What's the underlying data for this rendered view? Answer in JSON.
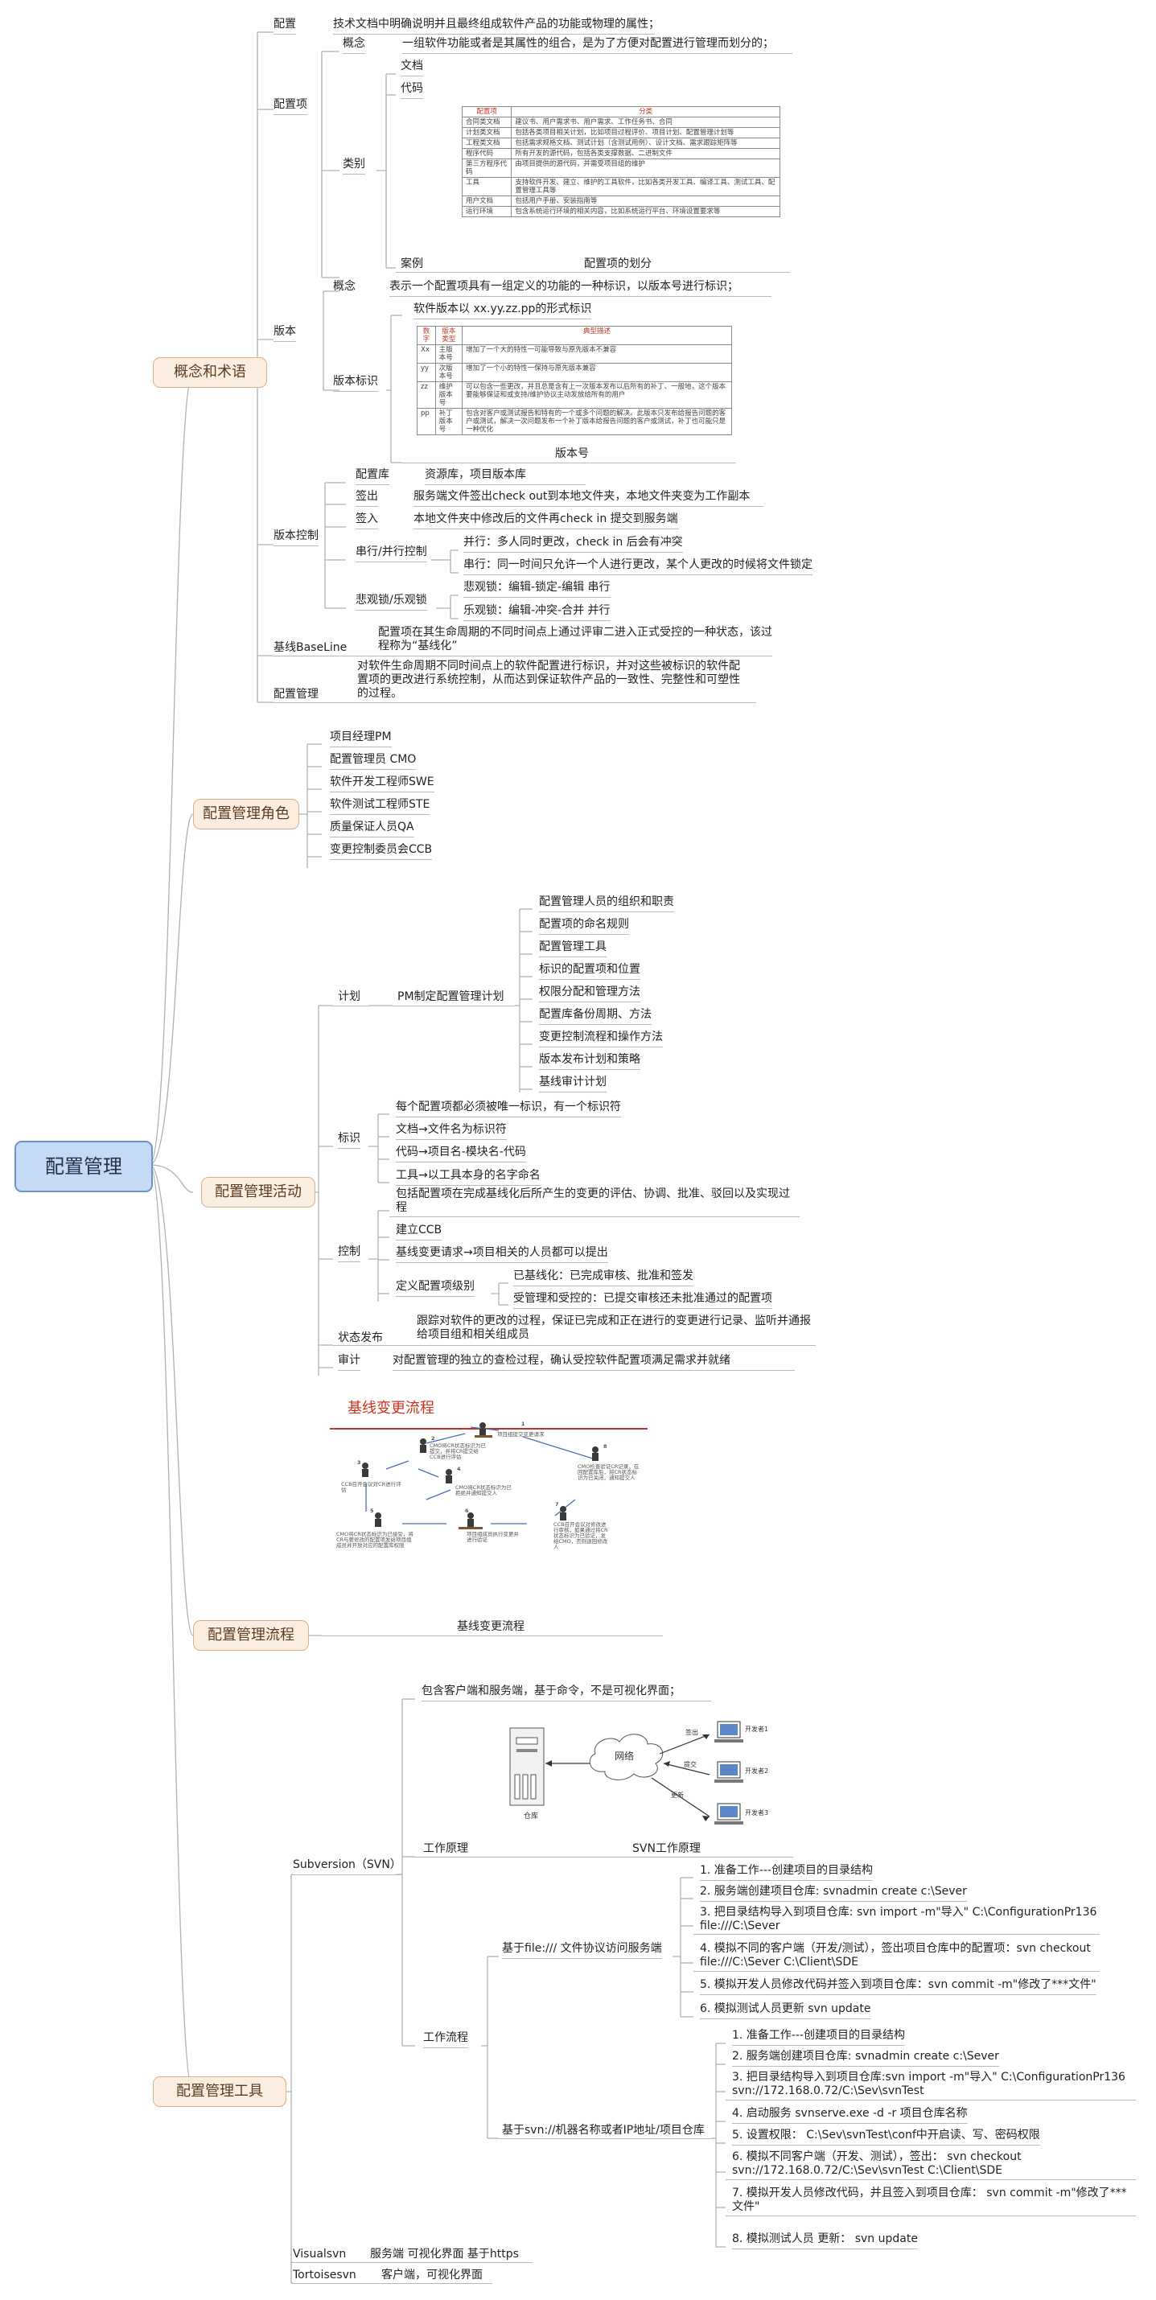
{
  "root": "配置管理",
  "concepts": {
    "label": "概念和术语",
    "config": {
      "label": "配置",
      "text": "技术文档中明确说明并且最终组成软件产品的功能或物理的属性；"
    },
    "config_item": {
      "label": "配置项",
      "concept_label": "概念",
      "concept_text": "一组软件功能或者是其属性的组合，是为了方便对配置进行管理而划分的；",
      "category_label": "类别",
      "categories": [
        "文档",
        "代码"
      ],
      "case_label": "案例",
      "case_caption": "配置项的划分",
      "table": {
        "headers": [
          "配置项",
          "分类"
        ],
        "rows": [
          [
            "合同类文档",
            "建议书、用户需求书、用户需求、工作任务书、合同"
          ],
          [
            "计划类文档",
            "包括各类项目相关计划，比如项目过程评价、项目计划、配置管理计划等"
          ],
          [
            "工程类文档",
            "包括需求规格文档、测试计划（含测试用例）、设计文档、需求跟踪矩阵等"
          ],
          [
            "程序代码",
            "所有开发的源代码，包括各类支撑数据、二进制文件"
          ],
          [
            "第三方程序代码",
            "由项目提供的源代码，并需受项目组的维护"
          ],
          [
            "工具",
            "支持软件开发、建立、维护的工具软件，比如各类开发工具、编译工具、测试工具、配置管理工具等"
          ],
          [
            "用户文档",
            "包括用户手册、安装指南等"
          ],
          [
            "运行环境",
            "包含系统运行环境的相关内容，比如系统运行平台、环境设置要求等"
          ]
        ]
      }
    },
    "version": {
      "label": "版本",
      "concept_label": "概念",
      "concept_text": "表示一个配置项具有一组定义的功能的一种标识，以版本号进行标识；",
      "id_label": "版本标识",
      "format_text": "软件版本以 xx.yy.zz.pp的形式标识",
      "caption": "版本号",
      "table": {
        "headers": [
          "数字",
          "版本类型",
          "典型描述"
        ],
        "rows": [
          [
            "Xx",
            "主版本号",
            "增加了一个大的特性一可能导致与原先版本不兼容"
          ],
          [
            "yy",
            "次版本号",
            "增加了一个小的特性一保持与原先版本兼容"
          ],
          [
            "zz",
            "维护版本号",
            "可以包含一些更改，并且总是含有上一次版本发布以后所有的补丁、一般地，这个版本要能够保证和或支持/维护协议主动发放给所有的用户"
          ],
          [
            "pp",
            "补丁版本号",
            "包含对客户或测试报告和特有的一个或多个问题的解决。此版本只发布给报告问题的客户或测试，解决一次问题发布一个补丁版本给报告问题的客户或测试，补丁也可能只是一种优化"
          ]
        ]
      }
    },
    "version_control": {
      "label": "版本控制",
      "items": [
        {
          "label": "配置库",
          "text": "资源库，项目版本库"
        },
        {
          "label": "签出",
          "text": "服务端文件签出check out到本地文件夹，本地文件夹变为工作副本"
        },
        {
          "label": "签入",
          "text": "本地文件夹中修改后的文件再check in 提交到服务端"
        }
      ],
      "serial_label": "串行/并行控制",
      "serial_items": [
        "并行：多人同时更改，check in 后会有冲突",
        "串行：同一时间只允许一个人进行更改，某个人更改的时候将文件锁定"
      ],
      "lock_label": "悲观锁/乐观锁",
      "lock_items": [
        "悲观锁：编辑-锁定-编辑  串行",
        "乐观锁：编辑-冲突-合并  并行"
      ]
    },
    "baseline": {
      "label": "基线BaseLine",
      "text": "配置项在其生命周期的不同时间点上通过评审二进入正式受控的一种状态，该过程称为“基线化”"
    },
    "management": {
      "label": "配置管理",
      "text": "对软件生命周期不同时间点上的软件配置进行标识，并对这些被标识的软件配置项的更改进行系统控制，从而达到保证软件产品的一致性、完整性和可塑性的过程。"
    }
  },
  "roles": {
    "label": "配置管理角色",
    "items": [
      "项目经理PM",
      "配置管理员 CMO",
      "软件开发工程师SWE",
      "软件测试工程师STE",
      "质量保证人员QA",
      "变更控制委员会CCB"
    ]
  },
  "activities": {
    "label": "配置管理活动",
    "plan": {
      "label": "计划",
      "sub": "PM制定配置管理计划",
      "items": [
        "配置管理人员的组织和职责",
        "配置项的命名规则",
        "配置管理工具",
        "标识的配置项和位置",
        "权限分配和管理方法",
        "配置库备份周期、方法",
        "变更控制流程和操作方法",
        "版本发布计划和策略",
        "基线审计计划"
      ]
    },
    "identify": {
      "label": "标识",
      "items": [
        "每个配置项都必须被唯一标识，有一个标识符",
        "文档→文件名为标识符",
        "代码→项目名-模块名-代码",
        "工具→以工具本身的名字命名"
      ]
    },
    "control": {
      "label": "控制",
      "desc": "包括配置项在完成基线化后所产生的变更的评估、协调、批准、驳回以及实现过程",
      "ccb": "建立CCB",
      "request": "基线变更请求→项目相关的人员都可以提出",
      "level_label": "定义配置项级别",
      "levels": [
        "已基线化：已完成审核、批准和签发",
        "受管理和受控的：已提交审核还未批准通过的配置项"
      ]
    },
    "status": {
      "label": "状态发布",
      "text": "跟踪对软件的更改的过程，保证已完成和正在进行的变更进行记录、监听并通报给项目组和相关组成员"
    },
    "audit": {
      "label": "审计",
      "text": "对配置管理的独立的查检过程，确认受控软件配置项满足需求并就绪"
    }
  },
  "process": {
    "label": "配置管理流程",
    "title": "基线变更流程",
    "caption": "基线变更流程",
    "steps": [
      {
        "num": "1",
        "text": "项目组提交变更请求"
      },
      {
        "num": "2",
        "text": "CMO将CR状态标识为已提交，并将CR提交给CCB进行评估"
      },
      {
        "num": "3",
        "text": "CCB召开会议对CR进行评估"
      },
      {
        "num": "4",
        "text": "CMO将CR状态标识为已拒绝并通知提交人"
      },
      {
        "num": "5",
        "text": "CMO将CR状态标识为已接受，将CR与要修改的配置项发给项目组成员并开放对应的配置库权限"
      },
      {
        "num": "6",
        "text": "项目组成员执行变更并进行验证"
      },
      {
        "num": "7",
        "text": "CCB召开会议对修改进行审核，如果通过将CR状态标识为已验证，发给CMO，否则退回修改人"
      },
      {
        "num": "8",
        "text": "CMO检查验证CR记录，在回配置库后，将CR状态标识为已关闭，通知提交人"
      }
    ]
  },
  "tools": {
    "label": "配置管理工具",
    "svn": {
      "label": "Subversion（SVN）",
      "intro": "包含客户端和服务端，基于命令，不是可视化界面；",
      "principle_label": "工作原理",
      "principle_caption": "SVN工作原理",
      "diagram": {
        "repo": "仓库",
        "network": "网络",
        "checkout": "签出",
        "commit": "提交",
        "update": "更新",
        "devs": [
          "开发者1",
          "开发者2",
          "开发者3"
        ]
      },
      "workflow_label": "工作流程",
      "file_label": "基于file:/// 文件协议访问服务端",
      "file_steps": [
        "1. 准备工作---创建项目的目录结构",
        "2. 服务端创建项目仓库: svnadmin create c:\\Sever",
        "3. 把目录结构导入到项目仓库:  svn import -m\"导入\" C:\\ConfigurationPr136 file:///C:\\Sever",
        "4. 模拟不同的客户端（开发/测试），签出项目仓库中的配置项：svn checkout file:///C:\\Sever C:\\Client\\SDE",
        "5. 模拟开发人员修改代码并签入到项目仓库：svn commit -m\"修改了***文件\"",
        "6. 模拟测试人员更新  svn update"
      ],
      "svn_label": "基于svn://机器名称或者IP地址/项目仓库",
      "svn_steps": [
        "1. 准备工作---创建项目的目录结构",
        "2. 服务端创建项目仓库: svnadmin create c:\\Sever",
        "3. 把目录结构导入到项目仓库:svn import -m\"导入\" C:\\ConfigurationPr136 svn://172.168.0.72/C:\\Sev\\svnTest",
        "4. 启动服务   svnserve.exe -d -r 项目仓库名称",
        "5. 设置权限：  C:\\Sev\\svnTest\\conf中开启读、写、密码权限",
        "6. 模拟不同客户端（开发、测试），签出：  svn checkout svn://172.168.0.72/C:\\Sev\\svnTest C:\\Client\\SDE",
        "7. 模拟开发人员修改代码，并且签入到项目仓库：  svn commit -m\"修改了***文件\"",
        "8. 模拟测试人员 更新：  svn update"
      ]
    },
    "visualsvn": {
      "label": "Visualsvn",
      "text": "服务端  可视化界面   基于https"
    },
    "tortoisesvn": {
      "label": "Tortoisesvn",
      "text": "客户端，可视化界面"
    }
  },
  "colors": {
    "root_fill": "#c6d9f7",
    "main_fill": "#fbeee0",
    "link": "#b0b0b0",
    "title_red": "#d0301c"
  }
}
